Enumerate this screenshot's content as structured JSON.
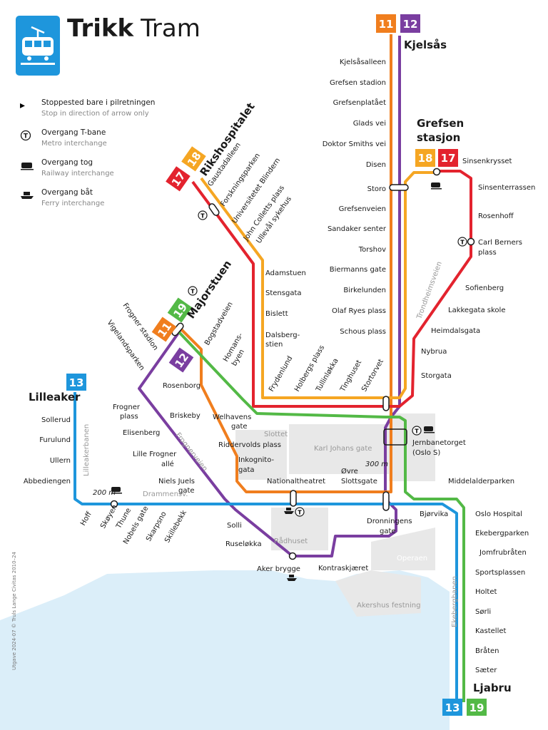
{
  "title": {
    "bold": "Trikk",
    "light": "Tram"
  },
  "legend": [
    {
      "icon": "arrow-icon",
      "no": "Stoppested bare i pilretningen",
      "en": "Stop in direction of arrow only"
    },
    {
      "icon": "metro-icon",
      "no": "Overgang T-bane",
      "en": "Metro interchange"
    },
    {
      "icon": "train-icon",
      "no": "Overgang tog",
      "en": "Railway interchange"
    },
    {
      "icon": "ferry-icon",
      "no": "Overgang båt",
      "en": "Ferry interchange"
    }
  ],
  "colors": {
    "line11": "#f07e1e",
    "line12": "#7a3ea0",
    "line13": "#1e96dc",
    "line17": "#e3232e",
    "line18": "#f5a623",
    "line19": "#53b946",
    "land": "#e8e8e8",
    "water": "#dbeef9"
  },
  "badges": [
    {
      "label": "11",
      "color": "#f07e1e"
    },
    {
      "label": "12",
      "color": "#7a3ea0"
    },
    {
      "label": "17",
      "color": "#e3232e"
    },
    {
      "label": "18",
      "color": "#f5a623"
    },
    {
      "label": "18",
      "color": "#f5a623"
    },
    {
      "label": "17",
      "color": "#e3232e"
    },
    {
      "label": "11",
      "color": "#f07e1e"
    },
    {
      "label": "19",
      "color": "#53b946"
    },
    {
      "label": "12",
      "color": "#7a3ea0"
    },
    {
      "label": "13",
      "color": "#1e96dc"
    },
    {
      "label": "13",
      "color": "#1e96dc"
    },
    {
      "label": "19",
      "color": "#53b946"
    }
  ],
  "terminals": {
    "kjelsas": "Kjelsås",
    "grefsen": [
      "Grefsen",
      "stasjon"
    ],
    "rikshospitalet": "Rikshospitalet",
    "majorstuen": "Majorstuen",
    "lilleaker": "Lilleaker",
    "ljabru": "Ljabru"
  },
  "stops": {
    "kjelsas_line": [
      "Kjelsåsalleen",
      "Grefsen stadion",
      "Grefsenplatået",
      "Glads vei",
      "Doktor Smiths vei",
      "Disen",
      "Storo",
      "Grefsenveien",
      "Sandaker senter",
      "Torshov",
      "Biermanns gate",
      "Birkelunden",
      "Olaf Ryes plass",
      "Schous plass"
    ],
    "east_line": [
      "Sinsenkrysset",
      "Sinsenterrassen",
      "Rosenhoff",
      "Carl Berners",
      "plass",
      "Sofienberg",
      "Lakkegata skole",
      "Heimdalsgata",
      "Nybrua",
      "Storgata"
    ],
    "riks_line": [
      "Gaustadalleen",
      "Forskningsparken",
      "Universitetet Blindern",
      "John Colletts plass",
      "Ullevål sykehus"
    ],
    "ullevaal_line": [
      "Adamstuen",
      "Stensgata",
      "Bislett",
      "Dalsberg-",
      "stien"
    ],
    "grunerlokka": [
      "Fryden­lund",
      "Holbergs plass",
      "Tullinløkka",
      "Tinghuset",
      "Stortorvet"
    ],
    "majorstuen_north": [
      "Frogner stadion",
      "Vigelandsparken",
      "Bogstadveien",
      "Homans-",
      "byen"
    ],
    "frogner": [
      "Frogner",
      "plass",
      "Elisenberg",
      "Lille Frogner",
      "allé",
      "Niels Juels",
      "gate",
      "Solli",
      "Ruseløkka",
      "Aker brygge",
      "Kontraskjæret"
    ],
    "central": [
      "Rosenborg",
      "Briskeby",
      "Welhavens",
      "gate",
      "Riddervolds plass",
      "Inkognito-",
      "gata",
      "Nationaltheatret",
      "Øvre",
      "Slottsgate",
      "Dronningens",
      "gate",
      "Jernbanetorget",
      "(Oslo S)",
      "Bjørvika",
      "Middelalderparken"
    ],
    "lilleaker_line": [
      "Sollerud",
      "Furulund",
      "Ullern",
      "Abbediengen",
      "Hoff",
      "Skøyen",
      "Thune",
      "Nobels gate",
      "Skarpsno",
      "Skillebekk"
    ],
    "ekeberg_line": [
      "Oslo Hospital",
      "Ekebergparken",
      "Jomfrubråten",
      "Sportsplassen",
      "Holtet",
      "Sørli",
      "Kastellet",
      "Bråten",
      "Sæter"
    ]
  },
  "places": [
    "Slottet",
    "Karl Johans gate",
    "Rådhuset",
    "Operaen",
    "Akershus festning",
    "Drammensv.",
    "Frognerveien",
    "Trondheimsveien",
    "Lilleakerbanen",
    "Ekebergbanen"
  ],
  "distances": [
    "200 m",
    "300 m"
  ],
  "copyright": "Utgave 2024-07 © Truls Lange Civitas 2010–24"
}
